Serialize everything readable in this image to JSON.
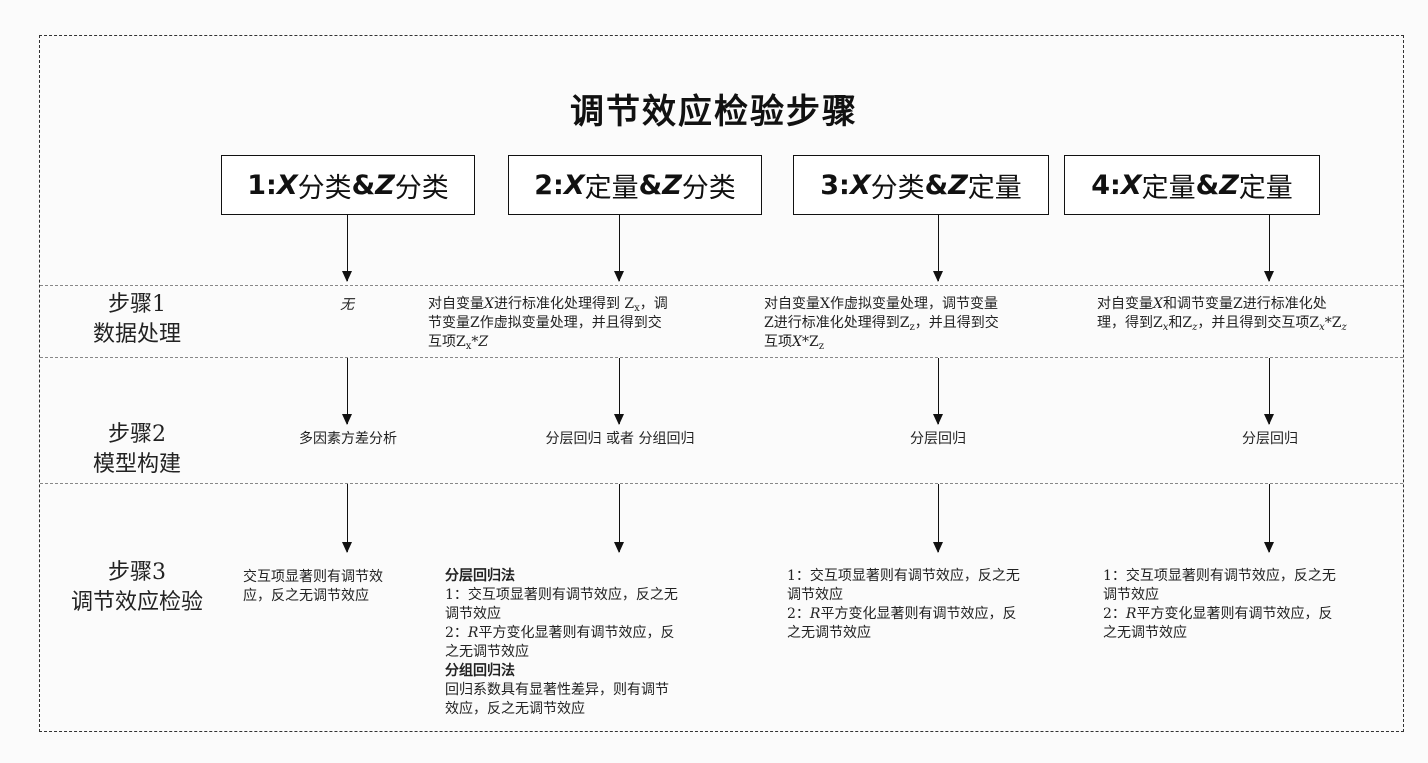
{
  "title": "调节效应检验步骤",
  "cases": [
    {
      "num": "1:",
      "x": "X",
      "x_type": "分类",
      "amp": "&",
      "z": "Z",
      "z_type": "分类"
    },
    {
      "num": "2:",
      "x": "X",
      "x_type": "定量",
      "amp": "&",
      "z": "Z",
      "z_type": "分类"
    },
    {
      "num": "3:",
      "x": "X",
      "x_type": "分类",
      "amp": "&",
      "z": "Z",
      "z_type": "定量"
    },
    {
      "num": "4:",
      "x": "X",
      "x_type": "定量",
      "amp": "&",
      "z": "Z",
      "z_type": "定量"
    }
  ],
  "steps": [
    {
      "name": "步骤1",
      "desc": "数据处理"
    },
    {
      "name": "步骤2",
      "desc": "模型构建"
    },
    {
      "name": "步骤3",
      "desc": "调节效应检验"
    }
  ],
  "row1": {
    "c1": "无",
    "c2": {
      "a": "对自变量",
      "b": "X",
      "c": "进行标准化处理得到 Z",
      "d": "x",
      "e": "，调",
      "f": "节变量Z作虚拟变量处理，并且得到交",
      "g": "互项Z",
      "h": "x",
      "i": "*",
      "j": "Z"
    },
    "c3": {
      "a": "对自变量X作虚拟变量处理，调节变量",
      "b": "Z进行标准化处理得到Z",
      "c": "z",
      "d": "，并且得到交",
      "e": "互项",
      "f": "X",
      "g": "*Z",
      "h": "z"
    },
    "c4": {
      "a": "对自变量",
      "b": "X",
      "c": "和调节变量Z进行标准化处",
      "d": "理，得到Z",
      "e": "x",
      "f": "和Z",
      "g": "z",
      "h": "，并且得到交互项Z",
      "i": "x",
      "j": "*Z",
      "k": "z"
    }
  },
  "row2": {
    "c1": "多因素方差分析",
    "c2": "分层回归 或者 分组回归",
    "c3": "分层回归",
    "c4": "分层回归"
  },
  "row3": {
    "c1": [
      "交互项显著则有调节效",
      "应，反之无调节效应"
    ],
    "c2": {
      "h1": "分层回归法",
      "l1": "1：交互项显著则有调节效应，反之无",
      "l2": "调节效应",
      "l3a": "2：",
      "l3b": "R",
      "l3c": "平方变化显著则有调节效应，反",
      "l4": "之无调节效应",
      "h2": "分组回归法",
      "l5": "回归系数具有显著性差异，则有调节",
      "l6": "效应，反之无调节效应"
    },
    "c3": {
      "l1": "1：交互项显著则有调节效应，反之无",
      "l2": "调节效应",
      "l3a": "2：",
      "l3b": "R",
      "l3c": "平方变化显著则有调节效应，反",
      "l4": "之无调节效应"
    },
    "c4": {
      "l1": "1：交互项显著则有调节效应，反之无",
      "l2": "调节效应",
      "l3a": "2：",
      "l3b": "R",
      "l3c": "平方变化显著则有调节效应，反",
      "l4": "之无调节效应"
    }
  }
}
